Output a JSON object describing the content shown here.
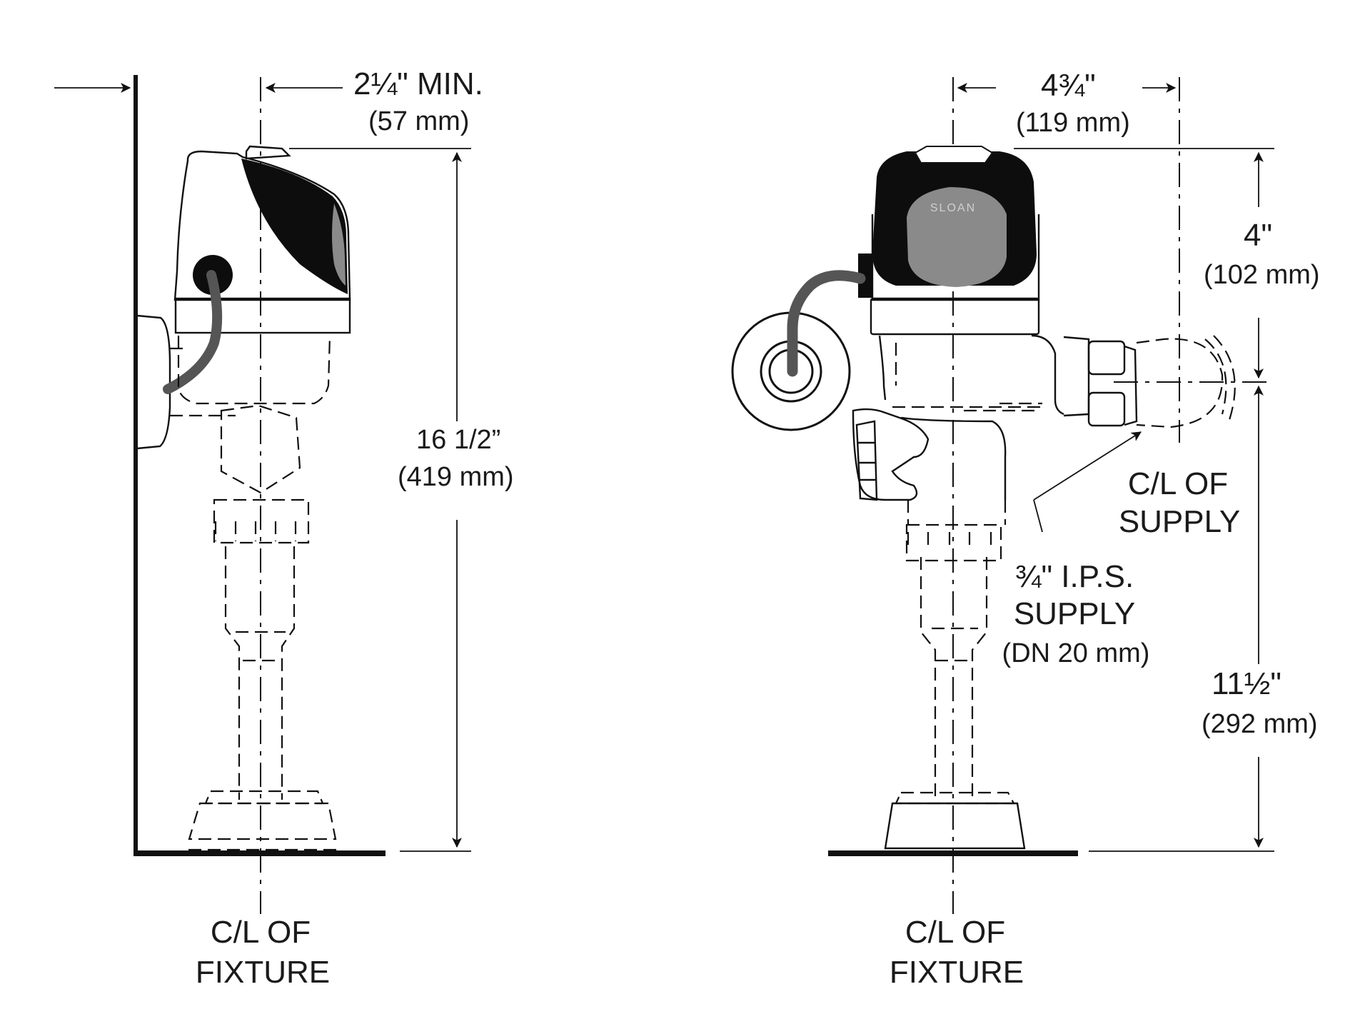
{
  "left_view": {
    "setback_dim": "2¼\" MIN.",
    "setback_metric": "(57 mm)",
    "height_dim": "16 1/2”",
    "height_metric": "(419 mm)",
    "centerline_label_1": "C/L OF",
    "centerline_label_2": "FIXTURE"
  },
  "right_view": {
    "width_dim": "4¾\"",
    "width_metric": "(119 mm)",
    "top_dim": "4\"",
    "top_metric": "(102 mm)",
    "bottom_dim": "11½\"",
    "bottom_metric": "(292 mm)",
    "supply_cl_1": "C/L OF",
    "supply_cl_2": "SUPPLY",
    "supply_size_1": "¾\" I.P.S.",
    "supply_size_2": "SUPPLY",
    "supply_metric": "(DN 20 mm)",
    "brand": "SLOAN",
    "centerline_label_1": "C/L OF",
    "centerline_label_2": "FIXTURE"
  },
  "colors": {
    "line": "#111111",
    "sensor_dark": "#0d0d0d",
    "sensor_window": "#8a8a8a",
    "cable": "#555555"
  }
}
